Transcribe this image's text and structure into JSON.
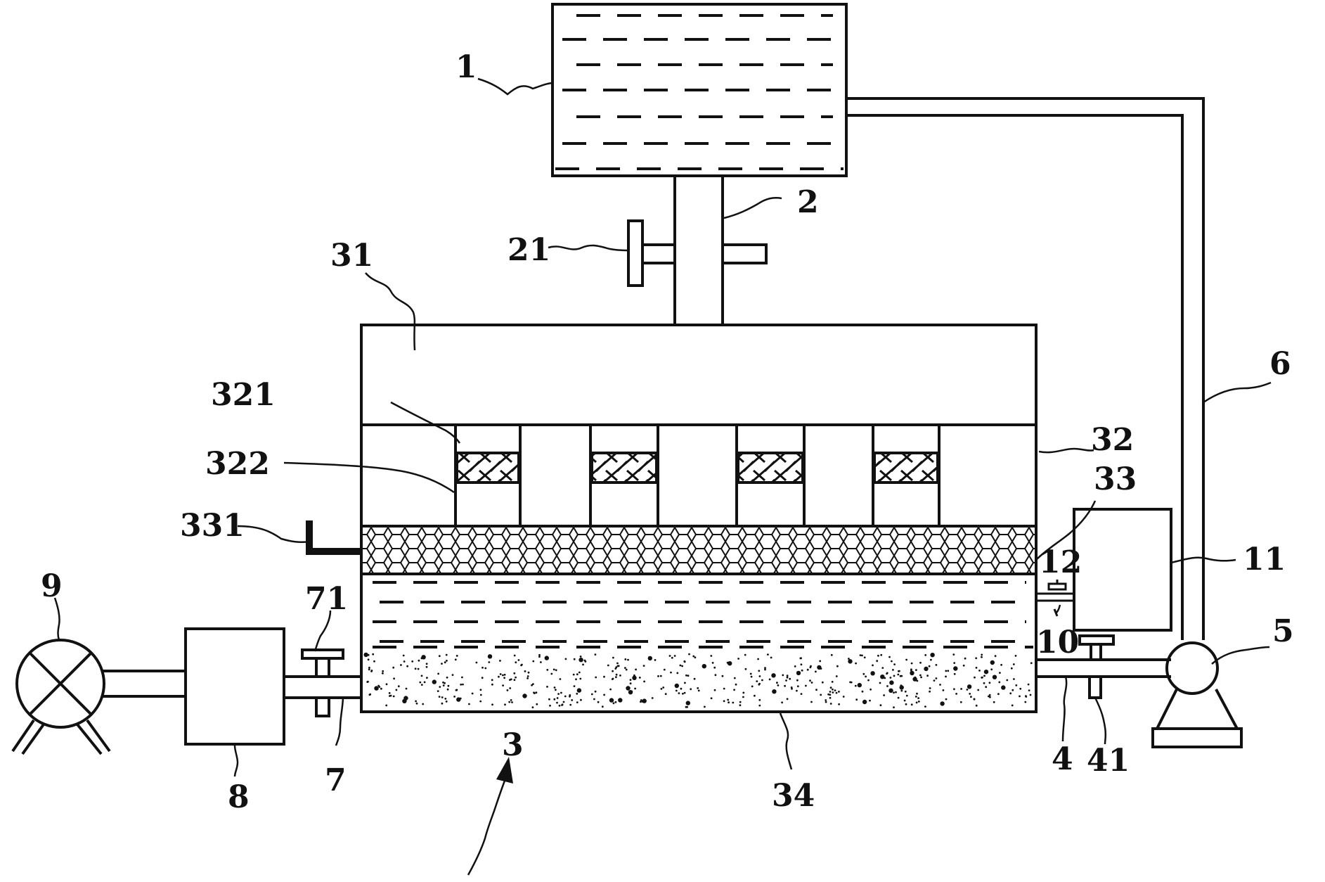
{
  "labels": {
    "water_tank": "1",
    "inlet_pipe": "2",
    "inlet_valve": "21",
    "filter_tank": "3",
    "top_chamber": "31",
    "filter_layer": "32",
    "filter_block": "321",
    "partition": "322",
    "porous_plate": "33",
    "handle": "331",
    "sediment": "34",
    "outlet_pipe": "4",
    "outlet_valve": "41",
    "pump": "5",
    "return_pipe": "6",
    "drain_pipe": "7",
    "drain_valve": "71",
    "collector": "8",
    "fan": "9",
    "sensor": "10",
    "controller": "11",
    "level_probe": "12"
  }
}
